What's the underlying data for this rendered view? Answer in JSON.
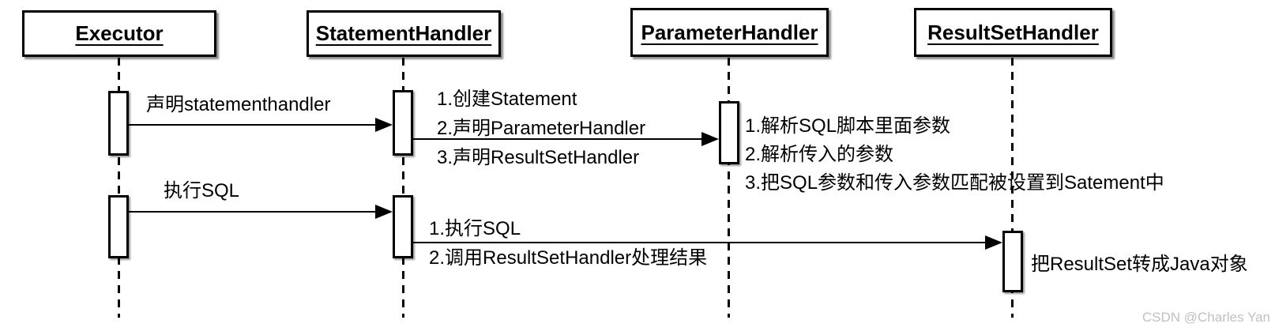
{
  "diagram": {
    "type": "uml-sequence-diagram",
    "actors": [
      {
        "name": "Executor"
      },
      {
        "name": "StatementHandler"
      },
      {
        "name": "ParameterHandler"
      },
      {
        "name": "ResultSetHandler"
      }
    ],
    "messages": [
      {
        "from": "Executor",
        "to": "StatementHandler",
        "lines": [
          "声明statementhandler"
        ]
      },
      {
        "from": "StatementHandler",
        "to": "ParameterHandler",
        "lines": [
          "1.创建Statement",
          "2.声明ParameterHandler",
          "3.声明ResultSetHandler"
        ]
      },
      {
        "from": "Executor",
        "to": "StatementHandler",
        "lines": [
          "执行SQL"
        ]
      },
      {
        "from": "StatementHandler",
        "to": "ResultSetHandler",
        "lines": [
          "1.执行SQL",
          "2.调用ResultSetHandler处理结果"
        ]
      }
    ],
    "notes": [
      {
        "actor": "ParameterHandler",
        "lines": [
          "1.解析SQL脚本里面参数",
          "2.解析传入的参数",
          "3.把SQL参数和传入参数匹配被设置到Satement中"
        ]
      },
      {
        "actor": "ResultSetHandler",
        "lines": [
          "把ResultSet转成Java对象"
        ]
      }
    ],
    "watermark": "CSDN @Charles Yan",
    "colors": {
      "line": "#000000",
      "background": "#ffffff",
      "watermark_text": "#bec2c5"
    }
  }
}
